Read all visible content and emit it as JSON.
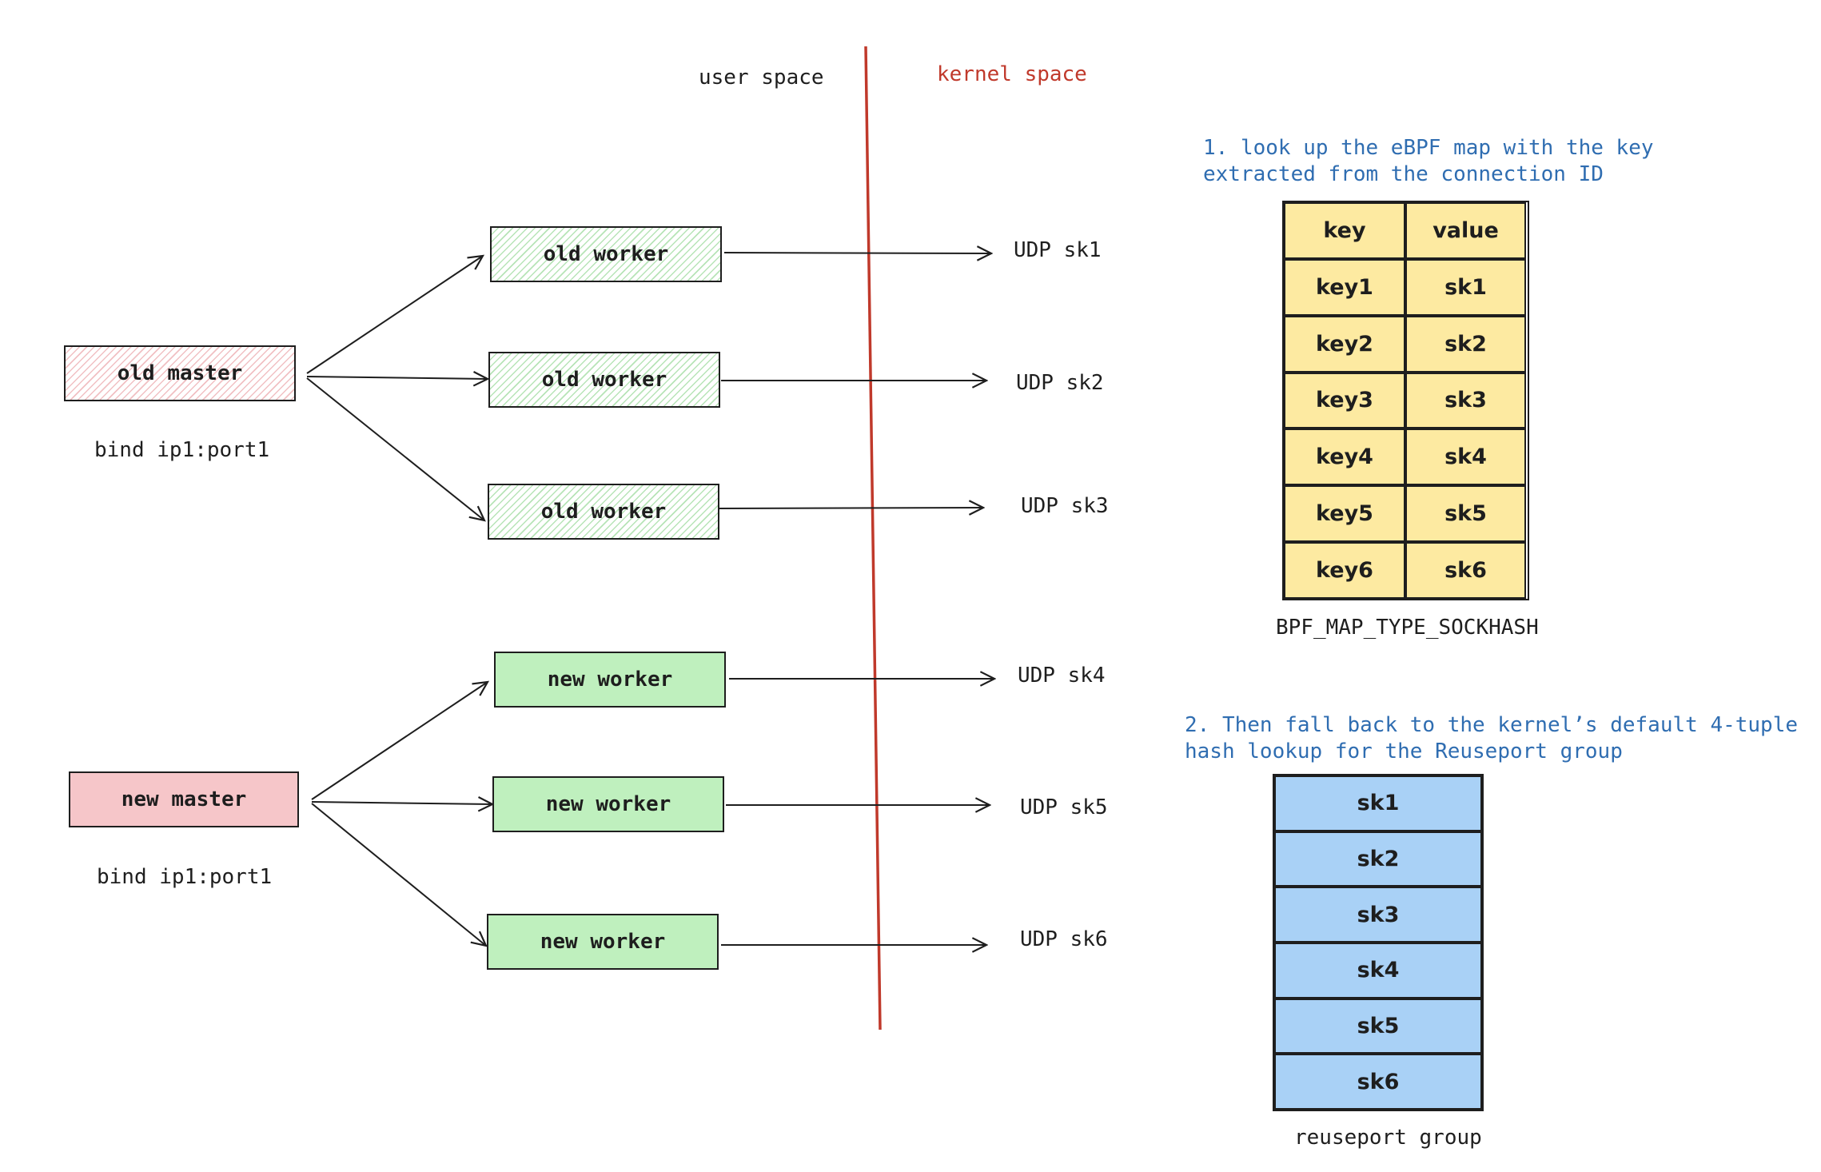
{
  "labels": {
    "user_space": "user space",
    "kernel_space": "kernel space",
    "old_master": "old master",
    "new_master": "new master",
    "old_bind": "bind ip1:port1",
    "new_bind": "bind ip1:port1",
    "old_worker": "old worker",
    "new_worker": "new worker"
  },
  "sockets": [
    "UDP sk1",
    "UDP sk2",
    "UDP sk3",
    "UDP sk4",
    "UDP sk5",
    "UDP sk6"
  ],
  "note1": {
    "line1": "1. look up the eBPF map with the key",
    "line2": "extracted from the connection ID"
  },
  "note2": {
    "line1": "2. Then fall back to the kernel’s default 4-tuple",
    "line2": "hash lookup for the Reuseport group"
  },
  "sockhash": {
    "header_key": "key",
    "header_value": "value",
    "rows": [
      {
        "key": "key1",
        "value": "sk1"
      },
      {
        "key": "key2",
        "value": "sk2"
      },
      {
        "key": "key3",
        "value": "sk3"
      },
      {
        "key": "key4",
        "value": "sk4"
      },
      {
        "key": "key5",
        "value": "sk5"
      },
      {
        "key": "key6",
        "value": "sk6"
      }
    ],
    "caption": "BPF_MAP_TYPE_SOCKHASH"
  },
  "reuseport": {
    "items": [
      "sk1",
      "sk2",
      "sk3",
      "sk4",
      "sk5",
      "sk6"
    ],
    "caption": "reuseport group"
  },
  "colors": {
    "divider": "#c0392b",
    "note": "#2f6db1",
    "worker_new": "#bff0be",
    "master_new": "#f6c6c9",
    "map_cells": "#fdeaa1",
    "reuseport_cells": "#a9d1f6"
  }
}
